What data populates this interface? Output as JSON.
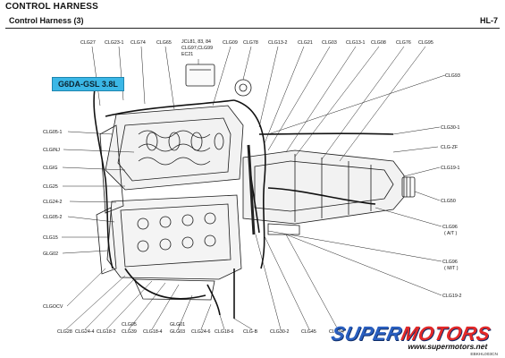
{
  "header": {
    "section_title": "CONTROL HARNESS",
    "page_title": "Control Harness (3)",
    "page_number": "HL-7"
  },
  "engine_badge": "G6DA-GSL 3.8L",
  "labels": {
    "clg27": "CLG27",
    "clg23_1": "CLG23-1",
    "clg74": "CLG74",
    "clg65": "CLG65",
    "jcl_a": "JCL81, 83, 84",
    "jcl_b": "CLG97,CLG99",
    "jcl_c": "EC21",
    "clg09_top": "CLG09",
    "clg78_top": "CLG78",
    "clg13_2": "CLG13-2",
    "clg21": "CLG21",
    "clg03": "CLG03",
    "clg13_1": "CLG13-1",
    "clg08": "CLG08",
    "clg76": "CLG76",
    "clg95": "CLG95",
    "clg93": "CLG93",
    "clg05_1": "CLG05-1",
    "clginj": "CLGINJ",
    "clgig": "CLGIG",
    "clg25": "CLG25",
    "clg24_2": "CLG24-2",
    "clg05_2": "CLG05-2",
    "clg15": "CLG15",
    "glg02": "GLG02",
    "clgocv": "CLGOCV",
    "clg30_1": "CLG30-1",
    "clg_zf": "CLG-ZF",
    "clg19_1": "CLG19-1",
    "clg50": "CLG50",
    "clg96_at": "CLG96",
    "clg96_at_sub": "( A/T )",
    "clg96_mt": "CLG96",
    "clg96_mt_sub": "( M/T )",
    "clg19_2": "CLG19-2",
    "clg28": "CLG28",
    "clg24_4": "CLG24-4",
    "clg18_2": "CLG18-2",
    "clg05_bot": "CLG05",
    "clg39": "CLG39",
    "clg18_4": "CLG18-4",
    "glg01": "GLG01",
    "glg03": "GLG03",
    "clg24_6": "CLG24-6",
    "clg18_6": "CLG18-6",
    "clg_b": "CLG-B",
    "clg30_2": "CLG30-2",
    "clg45": "CLG45",
    "clg94": "CLG94"
  },
  "watermark": {
    "brand_a": "SUPER",
    "brand_b": "MOTORS",
    "url": "www.supermotors.net"
  },
  "figure_code": "EBKHL003CN"
}
